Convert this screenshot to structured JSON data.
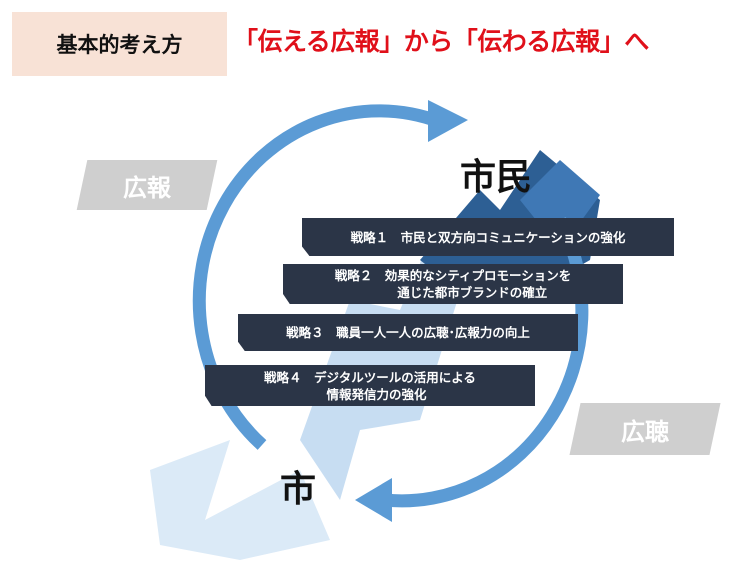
{
  "header": {
    "label": "基本的考え方",
    "headline": "「伝える広報」から「伝わる広報」へ"
  },
  "diagram": {
    "left_tag": "広報",
    "right_tag": "広聴",
    "top_node": "市民",
    "bottom_node": "市",
    "strategies": [
      {
        "label": "戦略１　市民と双方向コミュニケーションの強化"
      },
      {
        "label": "戦略２　効果的なシティプロモーションを\n　　　　　通じた都市ブランドの確立"
      },
      {
        "label": "戦略３　職員一人一人の広聴･広報力の向上"
      },
      {
        "label": "戦略４　デジタルツールの活用による\n　　　　　情報発信力の強化"
      }
    ]
  },
  "colors": {
    "accent_red": "#e0101a",
    "ring_blue": "#5b9bd5",
    "box_dark": "#2b3547",
    "tag_gray": "#cfcfcf",
    "header_bg": "#f8e2d6"
  }
}
